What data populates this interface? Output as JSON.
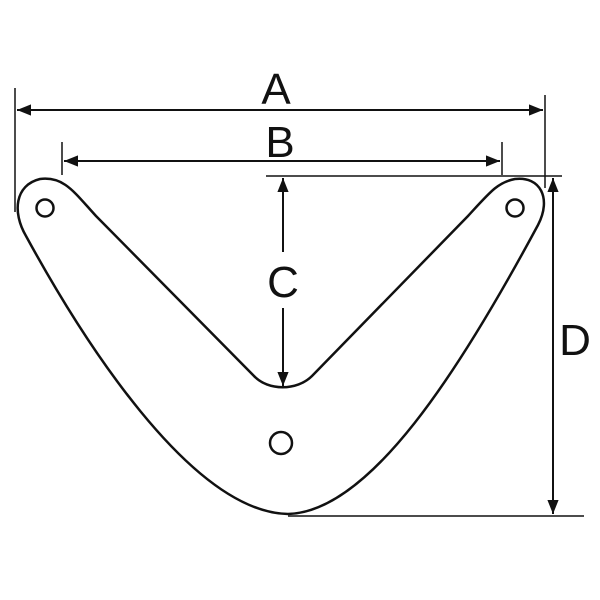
{
  "diagram": {
    "dimension_labels": {
      "a": "A",
      "b": "B",
      "c": "C",
      "d": "D"
    },
    "colors": {
      "stroke": "#111111",
      "fill": "#ffffff",
      "background": "#ffffff"
    }
  }
}
